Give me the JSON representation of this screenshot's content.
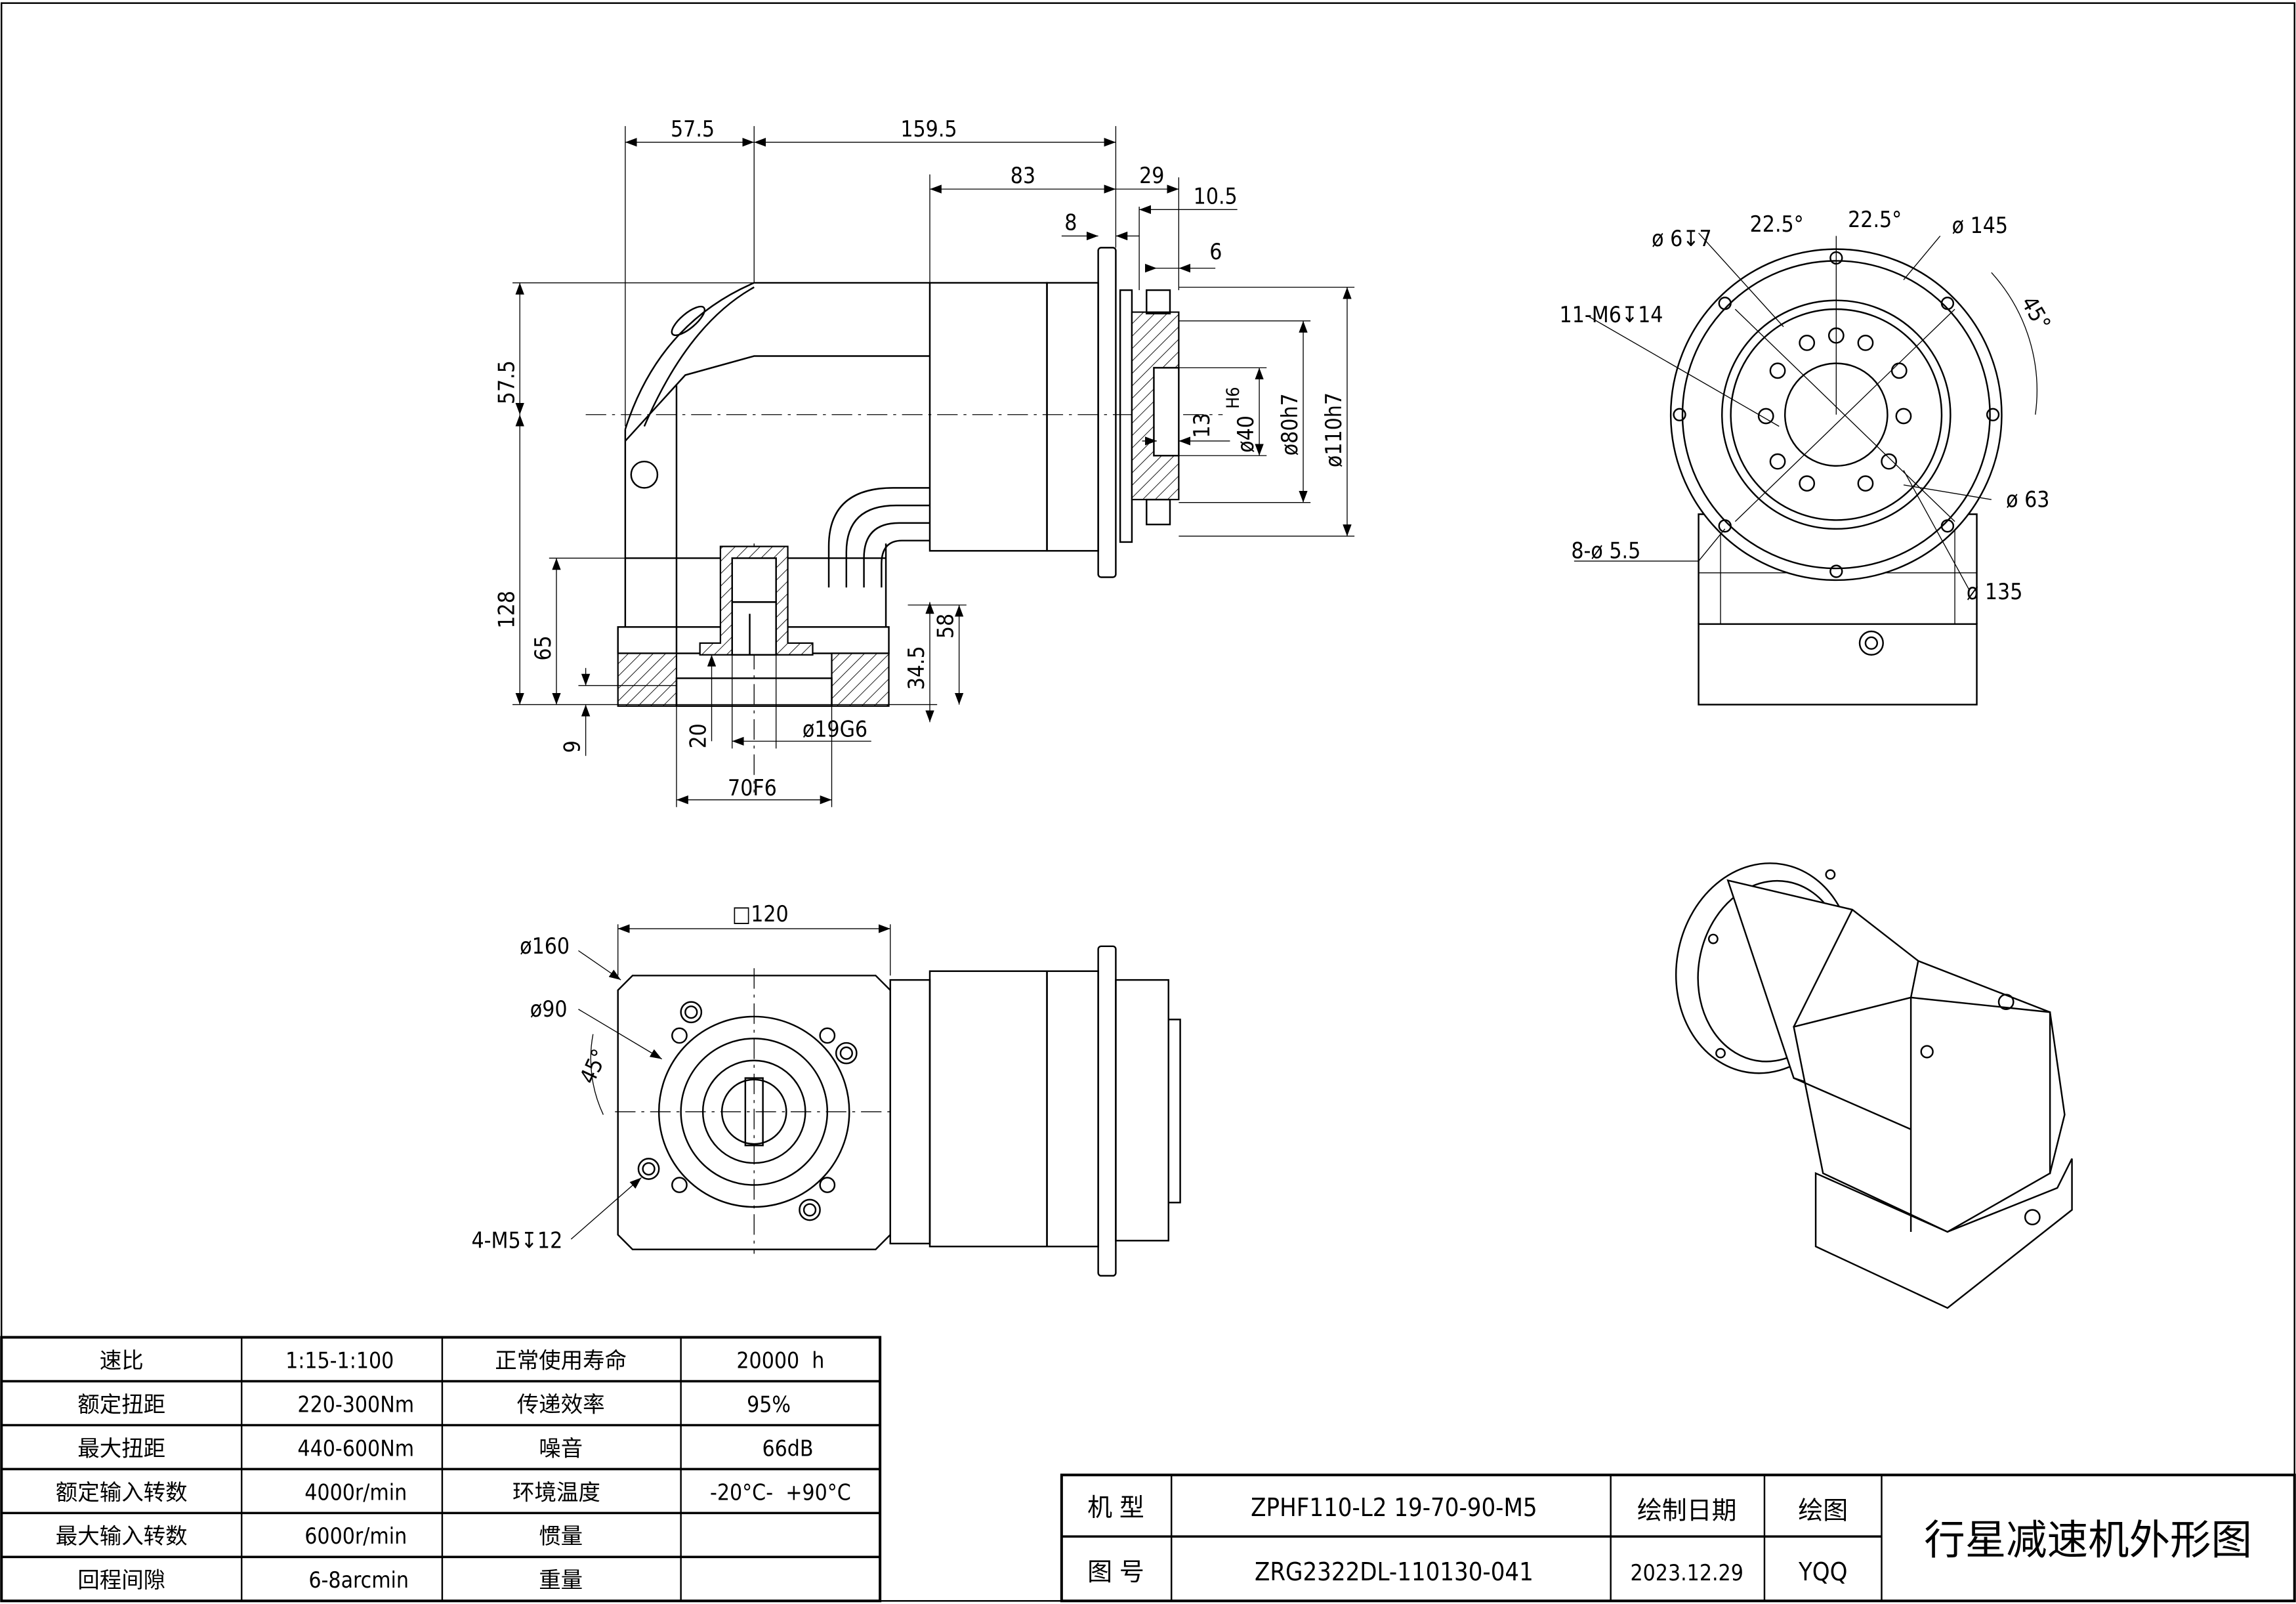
{
  "front_view": {
    "dims": {
      "d57_5_top": "57.5",
      "d159_5": "159.5",
      "d83": "83",
      "d29": "29",
      "d10_5": "10.5",
      "d8": "8",
      "d6": "6",
      "d57_5_left": "57.5",
      "d128": "128",
      "d65": "65",
      "d9": "9",
      "d20": "20",
      "d19g6": "ø19G6",
      "d70f6": "70F6",
      "d34_5": "34.5",
      "d58": "58",
      "d13": "13",
      "d40h6": "ø40",
      "d40h6_sup": "H6",
      "d80h7": "ø80h7",
      "d110h7": "ø110h7"
    }
  },
  "side_view": {
    "dims": {
      "hole6": "ø 6↧7",
      "a22_5_l": "22.5°",
      "a22_5_r": "22.5°",
      "d145": "ø 145",
      "m6": "11-M6↧14",
      "a45": "45°",
      "d63": "ø 63",
      "holes5_5": "8-ø 5.5",
      "d135": "ø 135"
    }
  },
  "bottom_view": {
    "dims": {
      "d160": "ø160",
      "sq120": "□120",
      "d90": "ø90",
      "a45": "45°",
      "m5": "4-M5↧12"
    }
  },
  "spec_table": {
    "rows": [
      {
        "label": "速比",
        "value": "1:15-1:100",
        "label2": "正常使用寿命",
        "value2": "20000  h"
      },
      {
        "label": "额定扭距",
        "value": "220-300Nm",
        "label2": "传递效率",
        "value2": "95%"
      },
      {
        "label": "最大扭距",
        "value": "440-600Nm",
        "label2": "噪音",
        "value2": "66dB"
      },
      {
        "label": "额定输入转数",
        "value": "4000r/min",
        "label2": "环境温度",
        "value2": "-20°C-  +90°C"
      },
      {
        "label": "最大输入转数",
        "value": "6000r/min",
        "label2": "惯量",
        "value2": ""
      },
      {
        "label": "回程间隙",
        "value": "6-8arcmin",
        "label2": "重量",
        "value2": ""
      }
    ]
  },
  "title_block": {
    "model_label": "机 型",
    "model_value": "ZPHF110-L2 19-70-90-M5",
    "drawing_no_label": "图 号",
    "drawing_no_value": "ZRG2322DL-110130-041",
    "date_label": "绘制日期",
    "date_value": "2023.12.29",
    "drawn_label": "绘图",
    "drawn_value": "YQQ",
    "title": "行星减速机外形图"
  }
}
